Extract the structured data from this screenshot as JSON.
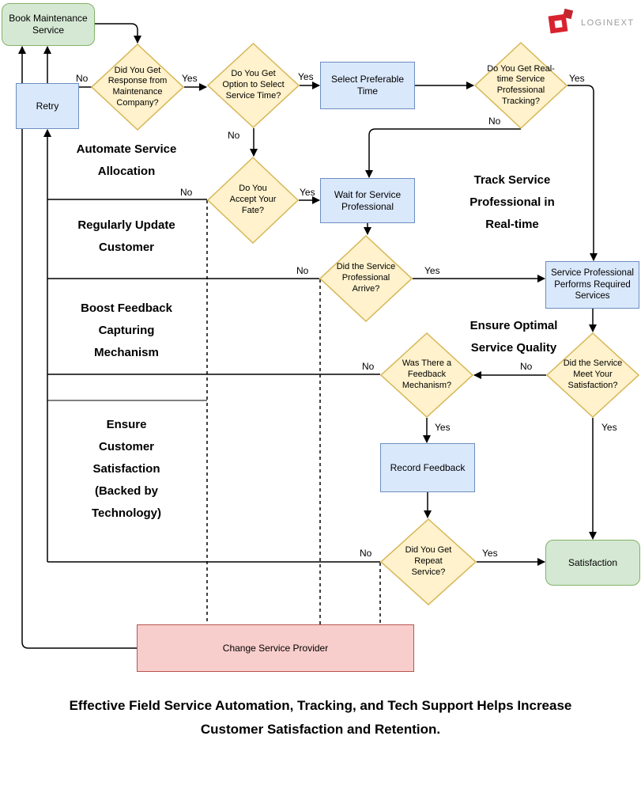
{
  "logo": {
    "text": "LOGINEXT"
  },
  "nodes": {
    "book": {
      "label": "Book Maintenance Service"
    },
    "retry": {
      "label": "Retry"
    },
    "d_response": {
      "label": "Did You Get Response from Maintenance Company?"
    },
    "d_option_time": {
      "label": "Do You Get Option to Select Service Time?"
    },
    "select_time": {
      "label": "Select Preferable Time"
    },
    "d_tracking": {
      "label": "Do You Get Real-time Service Professional Tracking?"
    },
    "d_accept_fate": {
      "label": "Do You Accept Your Fate?"
    },
    "wait_professional": {
      "label": "Wait for Service Professional"
    },
    "d_arrive": {
      "label": "Did the Service Professional Arrive?"
    },
    "svc_performs": {
      "label": "Service Professional Performs Required Services"
    },
    "d_meet_satisfaction": {
      "label": "Did the Service Meet Your Satisfaction?"
    },
    "d_feedback_mechanism": {
      "label": "Was There a Feedback Mechanism?"
    },
    "record_feedback": {
      "label": "Record Feedback"
    },
    "d_repeat_service": {
      "label": "Did You Get Repeat Service?"
    },
    "satisfaction": {
      "label": "Satisfaction"
    },
    "change_provider": {
      "label": "Change Service Provider"
    }
  },
  "edge_labels": {
    "response_no": "No",
    "response_yes": "Yes",
    "option_yes": "Yes",
    "option_no": "No",
    "tracking_yes": "Yes",
    "tracking_no": "No",
    "fate_no": "No",
    "fate_yes": "Yes",
    "arrive_no": "No",
    "arrive_yes": "Yes",
    "meet_no": "No",
    "meet_yes": "Yes",
    "feedback_no": "No",
    "feedback_yes": "Yes",
    "repeat_no": "No",
    "repeat_yes": "Yes"
  },
  "side_labels": {
    "automate": "Automate Service\nAllocation",
    "update": "Regularly Update\nCustomer",
    "boost": "Boost Feedback\nCapturing\nMechanism",
    "ensure_customer": "Ensure\nCustomer\nSatisfaction\n(Backed by\nTechnology)",
    "track": "Track Service\nProfessional in\nReal-time",
    "ensure_optimal": "Ensure Optimal\nService Quality"
  },
  "caption": {
    "text": "Effective Field Service Automation, Tracking, and Tech Support Helps Increase\nCustomer Satisfaction and Retention."
  },
  "colors": {
    "diamond_fill": "#fff2cc",
    "diamond_stroke": "#d6b656",
    "process_fill": "#dae8fc",
    "process_stroke": "#6c8ebf",
    "terminal_fill": "#d5e8d4",
    "terminal_stroke": "#82b366",
    "alert_fill": "#f8cecc",
    "alert_stroke": "#b85450",
    "logo_red": "#d8232f",
    "logo_gray": "#9b9b9b"
  }
}
